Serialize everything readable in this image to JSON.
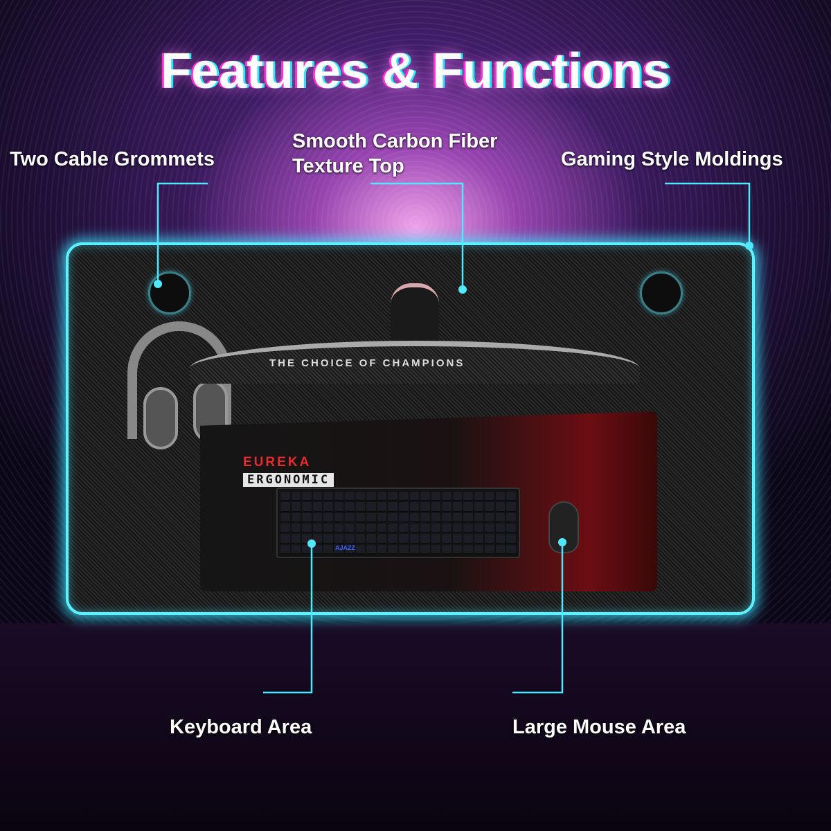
{
  "title": "Features & Functions",
  "labels": {
    "grommets": "Two Cable Grommets",
    "carbon_line1": "Smooth Carbon Fiber",
    "carbon_line2": "Texture Top",
    "moldings": "Gaming Style Moldings",
    "keyboard": "Keyboard Area",
    "mouse": "Large Mouse Area"
  },
  "product": {
    "pad_brand": "EUREKA",
    "pad_sub": "ERGONOMIC",
    "monitor_text": "THE CHOICE OF CHAMPIONS",
    "keyboard_brand": "AJAZZ"
  },
  "colors": {
    "accent": "#5ff0ff",
    "title_pink": "#ff2fd2",
    "brand_red": "#e52b2b"
  }
}
